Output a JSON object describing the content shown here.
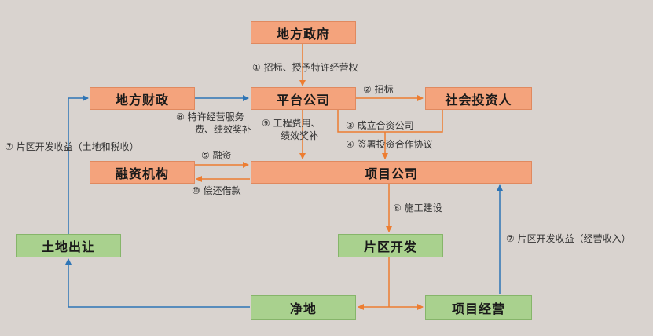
{
  "colors": {
    "orange_box": "#f4a37c",
    "green_box": "#a9d18e",
    "orange_arrow": "#ed7d31",
    "blue_arrow": "#2e75b6",
    "background": "#d9d3cf"
  },
  "nodes": {
    "local_government": "地方政府",
    "local_finance": "地方财政",
    "platform_company": "平台公司",
    "social_investor": "社会投资人",
    "financing_institution": "融资机构",
    "project_company": "项目公司",
    "land_transfer": "土地出让",
    "area_development": "片区开发",
    "clean_land": "净地",
    "project_operation": "项目经营"
  },
  "edges": {
    "e1": "①  招标、授予特许经营权",
    "e2": "②  招标",
    "e3": "③  成立合资公司",
    "e4": "④  签署投资合作协议",
    "e5": "⑤  融资",
    "e6": "⑥  施工建设",
    "e7_left": "⑦  片区开发收益（土地和税收）",
    "e7_right": "⑦  片区开发收益（经营收入）",
    "e8_line1": "⑧  特许经营服务",
    "e8_line2": "费、绩效奖补",
    "e9_line1": "⑨  工程费用、",
    "e9_line2": "绩效奖补",
    "e10": "⑩  偿还借款"
  }
}
